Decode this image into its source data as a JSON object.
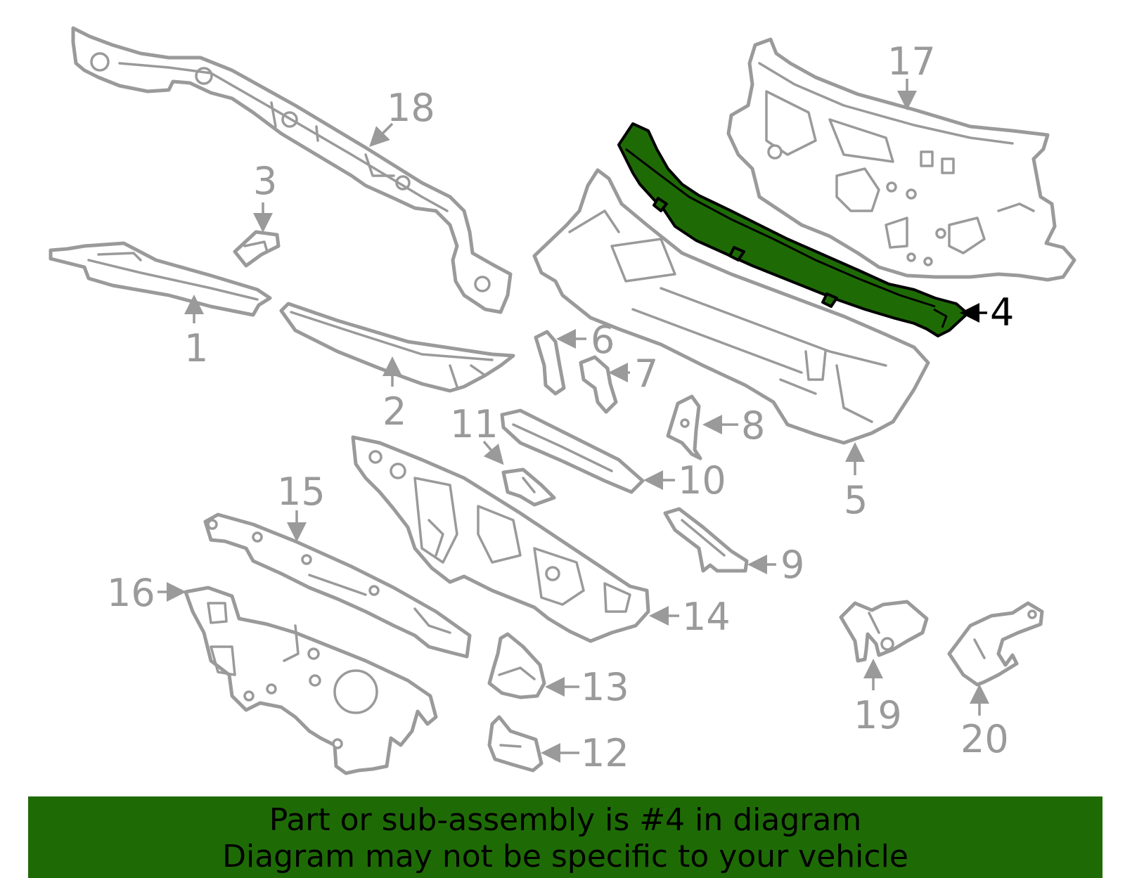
{
  "colors": {
    "highlight": "#1e6b06",
    "banner": "#1e6b06",
    "part_outline": "#9a9a9a",
    "highlight_outline": "#000000"
  },
  "highlighted_part": "4",
  "callouts": {
    "c1": "1",
    "c2": "2",
    "c3": "3",
    "c4": "4",
    "c5": "5",
    "c6": "6",
    "c7": "7",
    "c8": "8",
    "c9": "9",
    "c10": "10",
    "c11": "11",
    "c12": "12",
    "c13": "13",
    "c14": "14",
    "c15": "15",
    "c16": "16",
    "c17": "17",
    "c18": "18",
    "c19": "19",
    "c20": "20"
  },
  "banner": {
    "line1": "Part or sub-assembly is #4 in diagram",
    "line2": "Diagram may not be specific to your vehicle"
  }
}
